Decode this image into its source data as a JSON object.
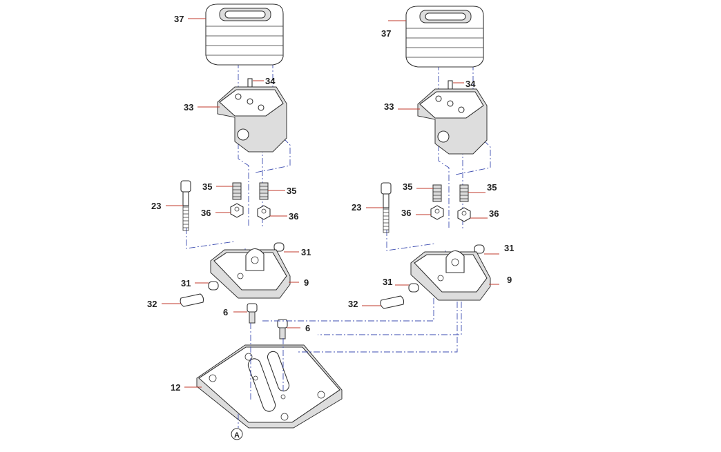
{
  "diagram": {
    "type": "exploded-parts-diagram",
    "left_assembly": {
      "labels": [
        "37",
        "34",
        "33",
        "35",
        "35",
        "23",
        "36",
        "36",
        "31",
        "9",
        "31",
        "32",
        "6",
        "6",
        "12"
      ],
      "reference_marker": "A"
    },
    "right_assembly": {
      "labels": [
        "37",
        "34",
        "33",
        "35",
        "35",
        "23",
        "36",
        "36",
        "31",
        "9",
        "31",
        "32"
      ]
    },
    "colors": {
      "leader": "#c0392b",
      "centerline": "#3b4bb0",
      "outline": "#333333"
    }
  }
}
